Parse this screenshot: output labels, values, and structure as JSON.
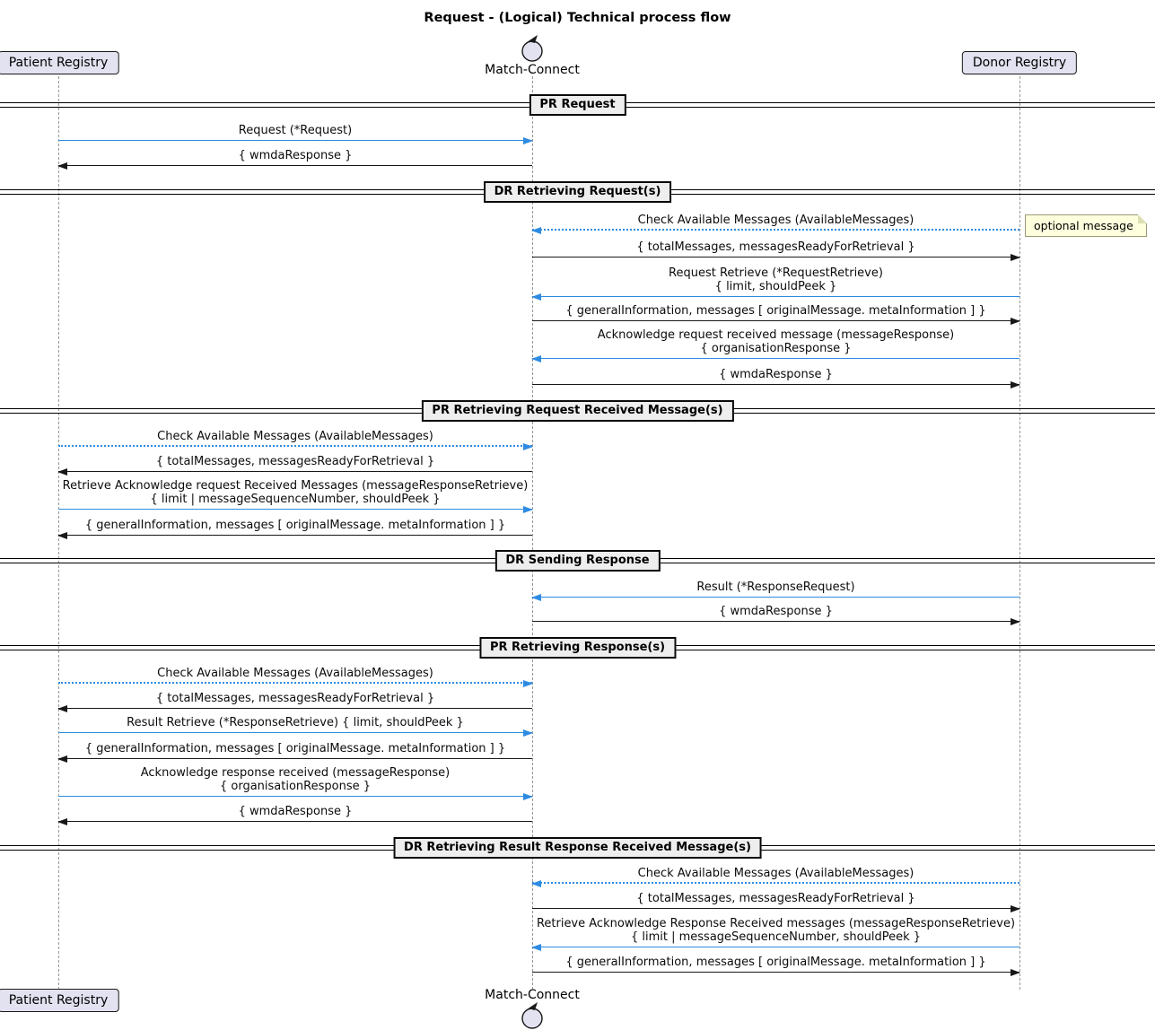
{
  "title": "Request - (Logical) Technical process flow",
  "participants": [
    {
      "id": "pr",
      "label": "Patient Registry",
      "type": "box"
    },
    {
      "id": "mc",
      "label": "Match-Connect",
      "type": "control"
    },
    {
      "id": "dr",
      "label": "Donor Registry",
      "type": "box"
    }
  ],
  "note": {
    "text": "optional message",
    "attached_to": "Check Available Messages (AvailableMessages)"
  },
  "colors": {
    "participant_fill": "#E2E2F0",
    "participant_border": "#181818",
    "arrow_blue": "#2E8BE2",
    "arrow_black": "#181818",
    "note_fill": "#FEFFDD",
    "divider_label_fill": "#EEEEEE",
    "lifeline": "#979797"
  },
  "sections": [
    {
      "label": "PR Request",
      "messages": [
        {
          "lines": [
            "Request (*Request)"
          ],
          "from": "pr",
          "to": "mc",
          "style": "blue-solid"
        },
        {
          "lines": [
            "{ wmdaResponse }"
          ],
          "from": "mc",
          "to": "pr",
          "style": "black-solid"
        }
      ]
    },
    {
      "label": "DR Retrieving Request(s)",
      "messages": [
        {
          "lines": [
            "Check Available Messages (AvailableMessages)"
          ],
          "from": "dr",
          "to": "mc",
          "style": "blue-dotted",
          "note": "optional message"
        },
        {
          "lines": [
            "{ totalMessages, messagesReadyForRetrieval }"
          ],
          "from": "mc",
          "to": "dr",
          "style": "black-solid"
        },
        {
          "lines": [
            "Request Retrieve (*RequestRetrieve)",
            "{ limit, shouldPeek }"
          ],
          "from": "dr",
          "to": "mc",
          "style": "blue-solid"
        },
        {
          "lines": [
            "{ generalInformation, messages [ originalMessage. metaInformation ] }"
          ],
          "from": "mc",
          "to": "dr",
          "style": "black-solid"
        },
        {
          "lines": [
            "Acknowledge request received message (messageResponse)",
            "{ organisationResponse }"
          ],
          "from": "dr",
          "to": "mc",
          "style": "blue-solid"
        },
        {
          "lines": [
            "{ wmdaResponse }"
          ],
          "from": "mc",
          "to": "dr",
          "style": "black-solid"
        }
      ]
    },
    {
      "label": "PR Retrieving Request Received Message(s)",
      "messages": [
        {
          "lines": [
            "Check Available Messages (AvailableMessages)"
          ],
          "from": "pr",
          "to": "mc",
          "style": "blue-dotted"
        },
        {
          "lines": [
            "{ totalMessages, messagesReadyForRetrieval }"
          ],
          "from": "mc",
          "to": "pr",
          "style": "black-solid"
        },
        {
          "lines": [
            "Retrieve Acknowledge request Received Messages (messageResponseRetrieve)",
            "{ limit | messageSequenceNumber, shouldPeek  }"
          ],
          "from": "pr",
          "to": "mc",
          "style": "blue-solid"
        },
        {
          "lines": [
            "{ generalInformation, messages [ originalMessage. metaInformation ] }"
          ],
          "from": "mc",
          "to": "pr",
          "style": "black-solid"
        }
      ]
    },
    {
      "label": "DR Sending Response",
      "messages": [
        {
          "lines": [
            "Result (*ResponseRequest)"
          ],
          "from": "dr",
          "to": "mc",
          "style": "blue-solid"
        },
        {
          "lines": [
            "{ wmdaResponse }"
          ],
          "from": "mc",
          "to": "dr",
          "style": "black-solid"
        }
      ]
    },
    {
      "label": "PR Retrieving Response(s)",
      "messages": [
        {
          "lines": [
            "Check Available Messages (AvailableMessages)"
          ],
          "from": "pr",
          "to": "mc",
          "style": "blue-dotted"
        },
        {
          "lines": [
            "{ totalMessages, messagesReadyForRetrieval }"
          ],
          "from": "mc",
          "to": "pr",
          "style": "black-solid"
        },
        {
          "lines": [
            "Result Retrieve (*ResponseRetrieve) { limit, shouldPeek }"
          ],
          "from": "pr",
          "to": "mc",
          "style": "blue-solid"
        },
        {
          "lines": [
            "{ generalInformation, messages [ originalMessage. metaInformation ] }"
          ],
          "from": "mc",
          "to": "pr",
          "style": "black-solid"
        },
        {
          "lines": [
            "Acknowledge response received (messageResponse)",
            "{ organisationResponse }"
          ],
          "from": "pr",
          "to": "mc",
          "style": "blue-solid"
        },
        {
          "lines": [
            "{ wmdaResponse }"
          ],
          "from": "mc",
          "to": "pr",
          "style": "black-solid"
        }
      ]
    },
    {
      "label": "DR Retrieving Result Response Received Message(s)",
      "messages": [
        {
          "lines": [
            "Check Available Messages (AvailableMessages)"
          ],
          "from": "dr",
          "to": "mc",
          "style": "blue-dotted"
        },
        {
          "lines": [
            "{ totalMessages, messagesReadyForRetrieval }"
          ],
          "from": "mc",
          "to": "dr",
          "style": "black-solid"
        },
        {
          "lines": [
            "Retrieve Acknowledge Response Received messages (messageResponseRetrieve)",
            "{ limit | messageSequenceNumber, shouldPeek  }"
          ],
          "from": "dr",
          "to": "mc",
          "style": "blue-solid"
        },
        {
          "lines": [
            "{ generalInformation, messages [ originalMessage. metaInformation ] }"
          ],
          "from": "mc",
          "to": "dr",
          "style": "black-solid"
        }
      ]
    }
  ]
}
